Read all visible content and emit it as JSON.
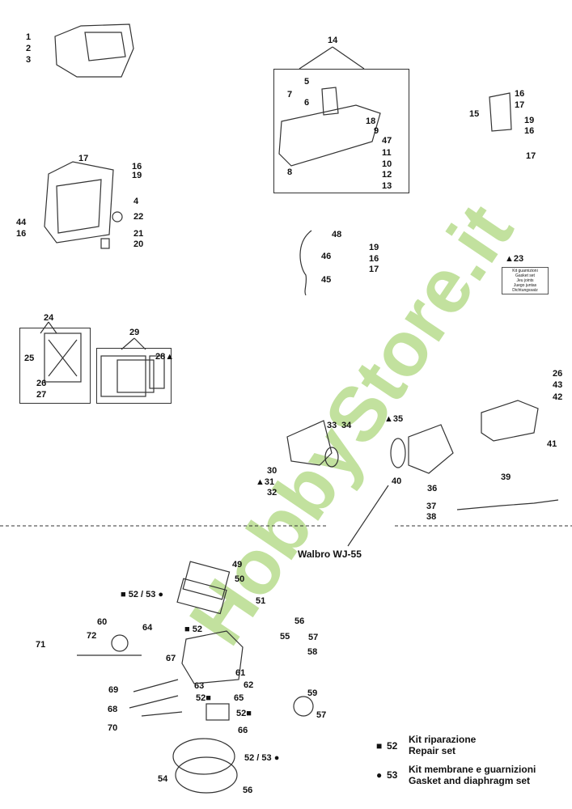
{
  "labels": {
    "a1": "1",
    "a2": "2",
    "a3": "3",
    "b14": "14",
    "b5": "5",
    "b7": "7",
    "b6": "6",
    "b18": "18",
    "b9": "9",
    "b47": "47",
    "b11": "11",
    "b10": "10",
    "b12": "12",
    "b13": "13",
    "b8": "8",
    "c15": "15",
    "c16": "16",
    "c17": "17",
    "c19": "19",
    "c16b": "16",
    "c17b": "17",
    "d17": "17",
    "d16": "16",
    "d19": "19",
    "d4": "4",
    "d22": "22",
    "d21": "21",
    "d20": "20",
    "d44": "44",
    "d16b": "16",
    "e48": "48",
    "e46": "46",
    "e45": "45",
    "e19": "19",
    "e16": "16",
    "e17": "17",
    "f23": "▲23",
    "g24": "24",
    "g25": "25",
    "g26": "26",
    "g27": "27",
    "g29": "29",
    "g28": "28▲",
    "h26": "26",
    "h43": "43",
    "h42": "42",
    "h41": "41",
    "i33": "33",
    "i34": "34",
    "i35": "▲35",
    "i30": "30",
    "i31": "▲31",
    "i32": "32",
    "i40": "40",
    "i39": "39",
    "i36": "36",
    "i37": "37",
    "i38": "38",
    "j49": "49",
    "j50": "50",
    "j5253a": "■ 52 / 53 ●",
    "j51": "51",
    "j56": "56",
    "j55": "55",
    "j60": "60",
    "j64": "64",
    "j72": "72",
    "j71": "71",
    "j52a": "■ 52",
    "j67": "67",
    "j57": "57",
    "j58": "58",
    "j61": "61",
    "j63": "63",
    "j62": "62",
    "j69": "69",
    "j52b": "52■",
    "j65": "65",
    "j52c": "52■",
    "j68": "68",
    "j59": "59",
    "j57b": "57",
    "j70": "70",
    "j66": "66",
    "j5253b": "52 / 53 ●",
    "j54": "54",
    "j56b": "56"
  },
  "kit_box": [
    "Kit guarnizioni",
    "Gasket set",
    "Jeu joints",
    "Juego juntas",
    "Dichtungssatz"
  ],
  "carburetor_model": "Walbro WJ-55",
  "legend": [
    {
      "symbol": "■",
      "number": "52",
      "line1": "Kit riparazione",
      "line2": "Repair set"
    },
    {
      "symbol": "●",
      "number": "53",
      "line1": "Kit membrane e guarnizioni",
      "line2": "Gasket and diaphragm set"
    }
  ],
  "watermark": "HobbyStore.it"
}
